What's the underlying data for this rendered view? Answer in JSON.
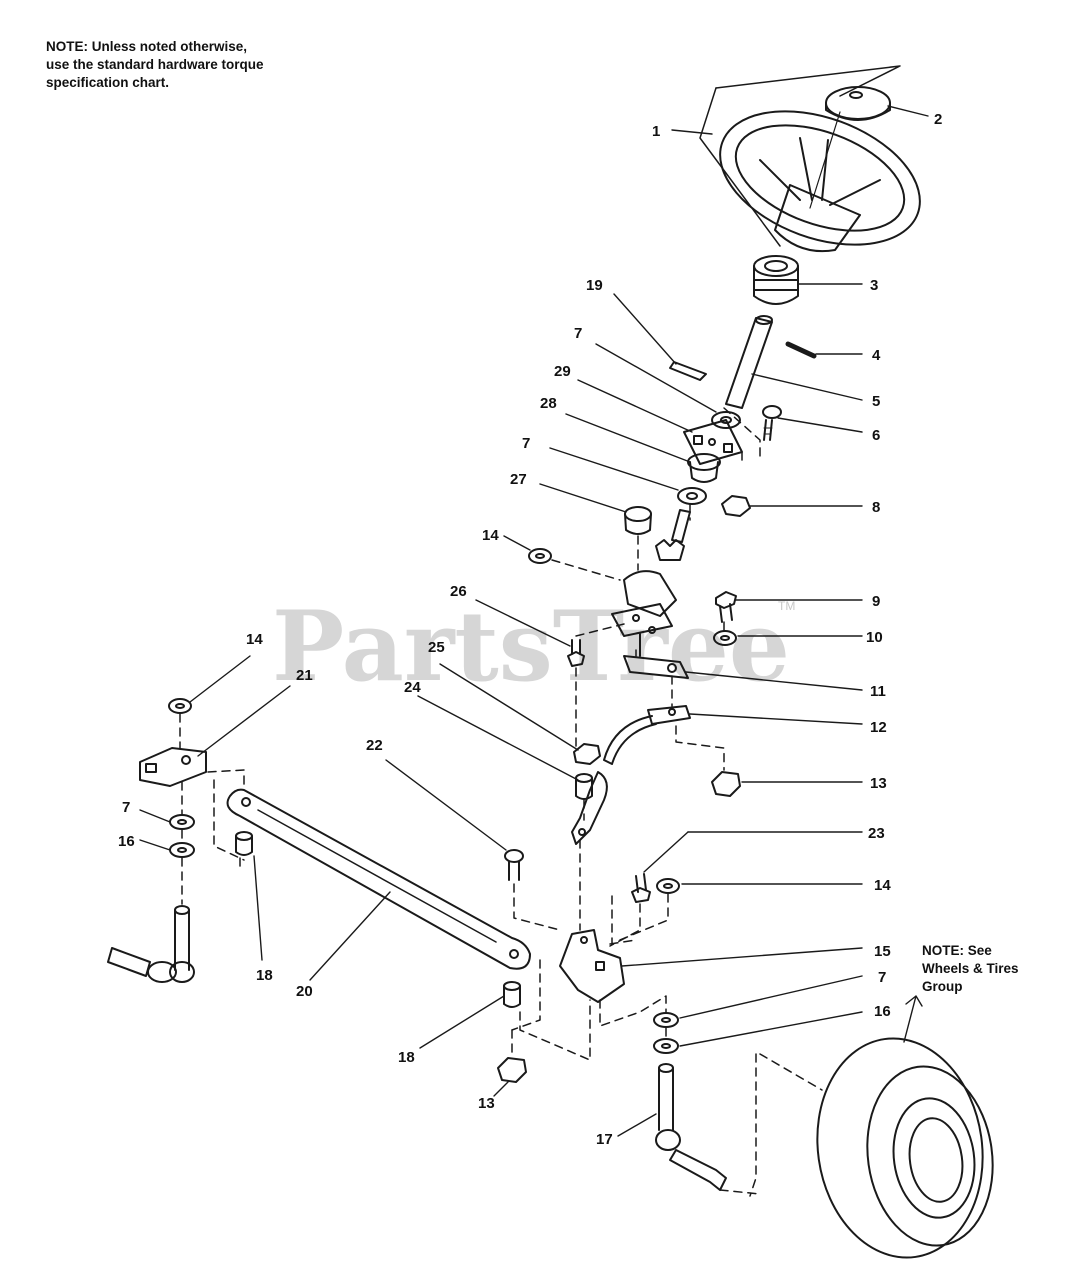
{
  "notes": {
    "hardware": [
      "NOTE: Unless noted otherwise,",
      "use the standard hardware torque",
      "specification chart."
    ],
    "wheels": [
      "NOTE: See",
      "Wheels & Tires",
      "Group"
    ]
  },
  "watermark": {
    "brand": "PartsTree",
    "mark": "TM"
  },
  "callouts": [
    {
      "label": "1",
      "part": "steering wheel"
    },
    {
      "label": "2",
      "part": "steering wheel cap"
    },
    {
      "label": "3",
      "part": "bushing"
    },
    {
      "label": "4",
      "part": "roll pin"
    },
    {
      "label": "5",
      "part": "steering shaft"
    },
    {
      "label": "6",
      "part": "carriage bolt"
    },
    {
      "label": "7",
      "part": "washer"
    },
    {
      "label": "8",
      "part": "lock nut"
    },
    {
      "label": "9",
      "part": "hex bolt"
    },
    {
      "label": "10",
      "part": "washer"
    },
    {
      "label": "11",
      "part": "steering arm"
    },
    {
      "label": "12",
      "part": "drag link"
    },
    {
      "label": "13",
      "part": "lock nut"
    },
    {
      "label": "14",
      "part": "e-ring"
    },
    {
      "label": "15",
      "part": "axle bracket"
    },
    {
      "label": "16",
      "part": "washer"
    },
    {
      "label": "17",
      "part": "spindle"
    },
    {
      "label": "18",
      "part": "spacer"
    },
    {
      "label": "19",
      "part": "cotter pin"
    },
    {
      "label": "20",
      "part": "tie rod"
    },
    {
      "label": "21",
      "part": "spindle arm"
    },
    {
      "label": "22",
      "part": "bolt"
    },
    {
      "label": "23",
      "part": "screw"
    },
    {
      "label": "24",
      "part": "spacer"
    },
    {
      "label": "25",
      "part": "lock nut"
    },
    {
      "label": "26",
      "part": "bolt"
    },
    {
      "label": "27",
      "part": "bushing"
    },
    {
      "label": "28",
      "part": "flange bushing"
    },
    {
      "label": "29",
      "part": "plate"
    }
  ]
}
